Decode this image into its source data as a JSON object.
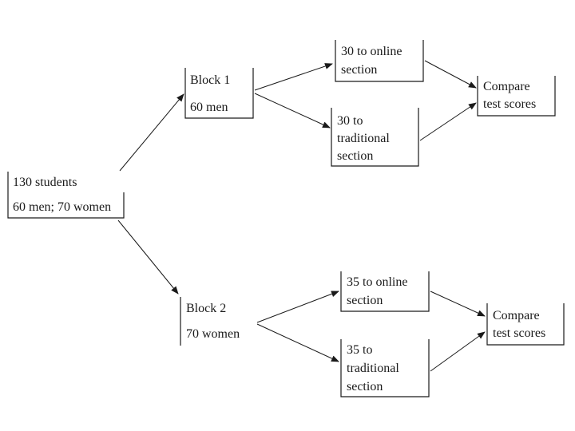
{
  "root": {
    "line1": "130 students",
    "line2": "60 men; 70 women"
  },
  "block1": {
    "title": "Block 1",
    "detail": "60 men",
    "online": [
      "30 to online",
      "section"
    ],
    "traditional": [
      "30 to",
      "traditional",
      "section"
    ],
    "compare": [
      "Compare",
      "test scores"
    ]
  },
  "block2": {
    "title": "Block 2",
    "detail": "70 women",
    "online": [
      "35 to online",
      "section"
    ],
    "traditional": [
      "35 to",
      "traditional",
      "section"
    ],
    "compare": [
      "Compare",
      "test scores"
    ]
  },
  "colors": {
    "ink": "#1a1a1a",
    "background": "#ffffff"
  }
}
